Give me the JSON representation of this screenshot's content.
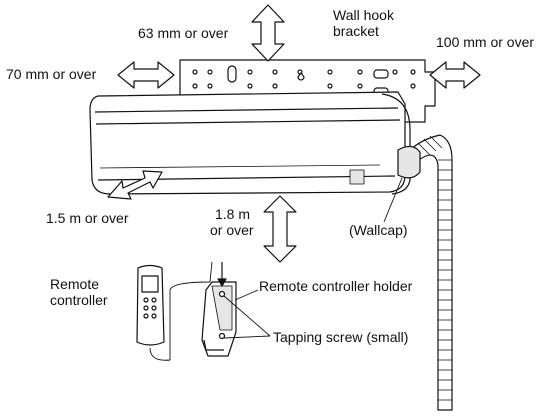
{
  "labels": {
    "clearance_top": "63 mm or over",
    "bracket_line1": "Wall hook",
    "bracket_line2": "bracket",
    "clearance_right": "100 mm or over",
    "clearance_left": "70 mm or over",
    "clearance_floor_side": "1.5 m or over",
    "clearance_floor_line1": "1.8 m",
    "clearance_floor_line2": "or over",
    "wallcap": "(Wallcap)",
    "remote_line1": "Remote",
    "remote_line2": "controller",
    "remote_holder": "Remote controller holder",
    "tapping_screw": "Tapping screw (small)"
  },
  "colors": {
    "line": "#111111",
    "fill": "#ffffff",
    "shade": "#e6e6e6"
  }
}
